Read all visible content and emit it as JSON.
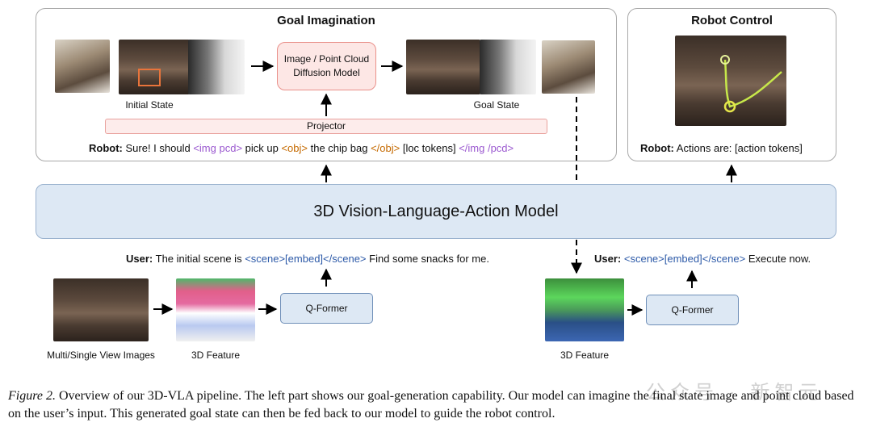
{
  "goal_panel": {
    "title": "Goal Imagination",
    "initial_state_caption": "Initial State",
    "goal_state_caption": "Goal State",
    "diffusion_line1": "Image / Point Cloud",
    "diffusion_line2": "Diffusion Model",
    "projector_label": "Projector",
    "robot_line": {
      "speaker": "Robot:",
      "t1": " Sure! I should ",
      "t2": "<img pcd>",
      "t3": " pick up ",
      "t4": "<obj>",
      "t5": " the chip bag ",
      "t6": "</obj>",
      "t7": " [loc tokens] ",
      "t8": "</img /pcd>"
    }
  },
  "control_panel": {
    "title": "Robot Control",
    "robot_line": {
      "speaker": "Robot:",
      "text": " Actions are: [action tokens]"
    }
  },
  "vla": {
    "label": "3D Vision-Language-Action Model"
  },
  "left_user_line": {
    "speaker": "User:",
    "t1": " The initial scene is ",
    "t2": "<scene>[embed]</scene>",
    "t3": " Find some snacks for me."
  },
  "right_user_line": {
    "speaker": "User:",
    "t1": " ",
    "t2": "<scene>[embed]</scene>",
    "t3": " Execute now."
  },
  "bottom_left": {
    "images_caption": "Multi/Single View Images",
    "feature_caption": "3D Feature",
    "qformer_label": "Q-Former"
  },
  "bottom_right": {
    "feature_caption": "3D Feature",
    "qformer_label": "Q-Former"
  },
  "figure_caption": {
    "prefix": "Figure 2.",
    "text": " Overview of our 3D-VLA pipeline. The left part shows our goal-generation capability. Our model can imagine the final state image and point cloud based on the user’s input. This generated goal state can then be fed back to our model to guide the robot control."
  },
  "watermark": "公众号 · 新智元",
  "colors": {
    "purple_token": "#9b59d0",
    "orange_token": "#c56a00",
    "blue_token": "#2d5aa8",
    "pink_fill": "#fde7e5",
    "blue_fill": "#dde8f4"
  }
}
